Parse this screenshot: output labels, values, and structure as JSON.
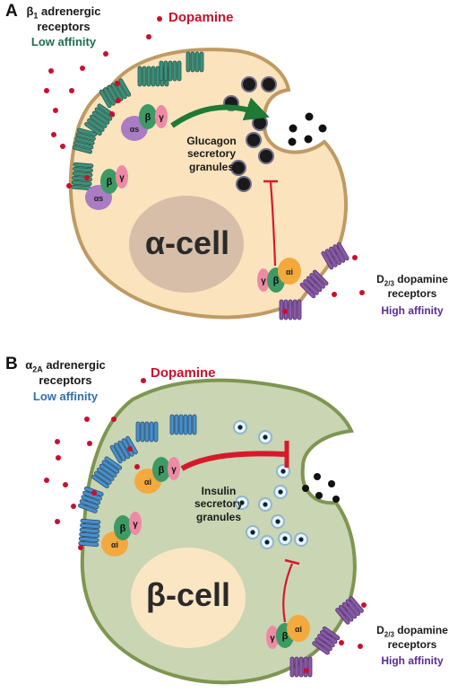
{
  "panel_a": {
    "letter": "A",
    "receptor_title_sym": "β",
    "receptor_title_sub": "1",
    "receptor_title_rest": " adrenergic",
    "receptor_title_line2": "receptors",
    "affinity": "Low affinity",
    "ligand": "Dopamine",
    "granules_l1": "Glucagon",
    "granules_l2": "secretory",
    "granules_l3": "granules",
    "cell": "α-cell",
    "d2_title_pre": "D",
    "d2_sub": "2/3",
    "d2_title_rest": " dopamine",
    "d2_line2": "receptors",
    "d2_affinity": "High affinity",
    "g_alpha": "αs",
    "g_beta": "β",
    "g_gamma": "γ",
    "gi_alpha": "αi"
  },
  "panel_b": {
    "letter": "B",
    "receptor_title_sym": "α",
    "receptor_title_sub": "2A",
    "receptor_title_rest": " adrenergic",
    "receptor_title_line2": "receptors",
    "affinity": "Low affinity",
    "ligand": "Dopamine",
    "granules_l1": "Insulin",
    "granules_l2": "secretory",
    "granules_l3": "granules",
    "cell": "β-cell",
    "d2_title_pre": "D",
    "d2_sub": "2/3",
    "d2_title_rest": " dopamine",
    "d2_line2": "receptors",
    "d2_affinity": "High affinity",
    "g_alpha": "αi",
    "g_beta": "β",
    "g_gamma": "γ"
  },
  "colors": {
    "alpha_cell_fill": "#fbe3bd",
    "alpha_cell_edge": "#c09a63",
    "beta_cell_fill": "#c9d5b3",
    "beta_cell_edge": "#7e9650",
    "nucleus_alpha": "#d6bea8",
    "nucleus_beta": "#fbe6c4",
    "beta1_receptor": "#3f8f7c",
    "alpha2a_receptor": "#4a8fc9",
    "d2_receptor": "#8a5aa8",
    "dopamine": "#c8102e",
    "stim_arrow": "#1e7a34",
    "inhib_arrow": "#d7192b",
    "gs_alpha": "#a97cc4",
    "gi_alpha": "#f3a93d",
    "g_beta": "#3e9a64",
    "g_gamma": "#ee8aa6"
  }
}
